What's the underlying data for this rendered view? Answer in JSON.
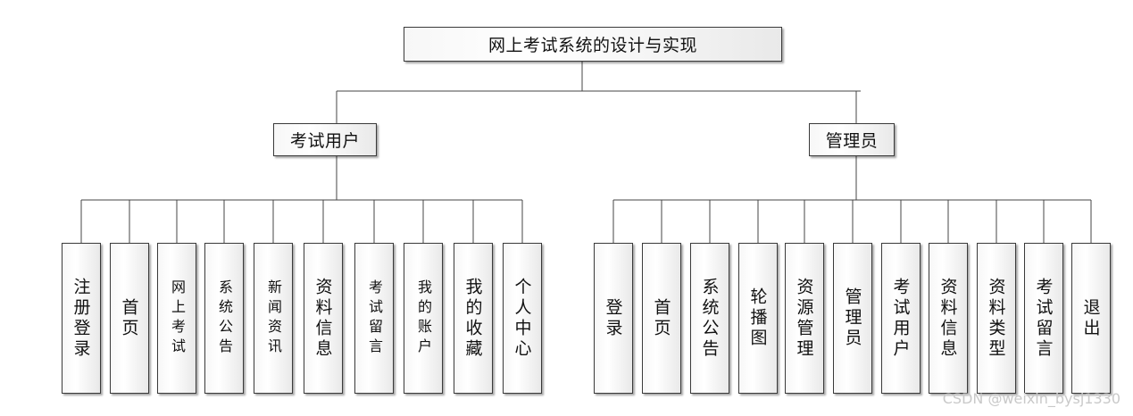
{
  "diagram": {
    "root": "网上考试系统的设计与实现",
    "branches": [
      {
        "label": "考试用户",
        "children": [
          "注册登录",
          "首页",
          "网上考试",
          "系统公告",
          "新闻资讯",
          "资料信息",
          "考试留言",
          "我的账户",
          "我的收藏",
          "个人中心"
        ]
      },
      {
        "label": "管理员",
        "children": [
          "登录",
          "首页",
          "系统公告",
          "轮播图",
          "资源管理",
          "管理员",
          "考试用户",
          "资料信息",
          "资料类型",
          "考试留言",
          "退出"
        ]
      }
    ]
  },
  "watermark": "CSDN @weixin_bysj1330"
}
